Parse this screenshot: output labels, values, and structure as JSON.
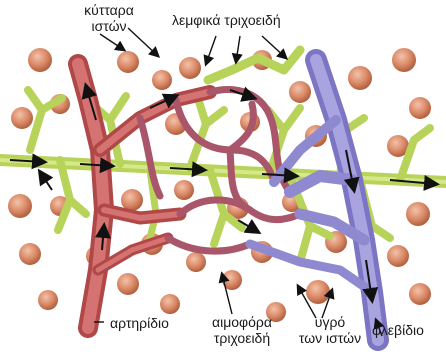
{
  "labels": {
    "tissue_cells": [
      "κύτταρα",
      "ιστών"
    ],
    "lymph_capillaries": "λεμφικά τριχοειδή",
    "arteriole": "αρτηρίδιο",
    "blood_capillaries": [
      "αιμοφόρα",
      "τριχοειδή"
    ],
    "tissue_fluid": [
      "υγρό",
      "των ιστών"
    ],
    "venule": "φλεβίδιο"
  },
  "colors": {
    "arteriole": "#c35a5a",
    "capillary": "#a9566a",
    "venule": "#8f8ad0",
    "lymph": "#b8d35a",
    "cell": "#d98866",
    "arrow": "#111111"
  }
}
